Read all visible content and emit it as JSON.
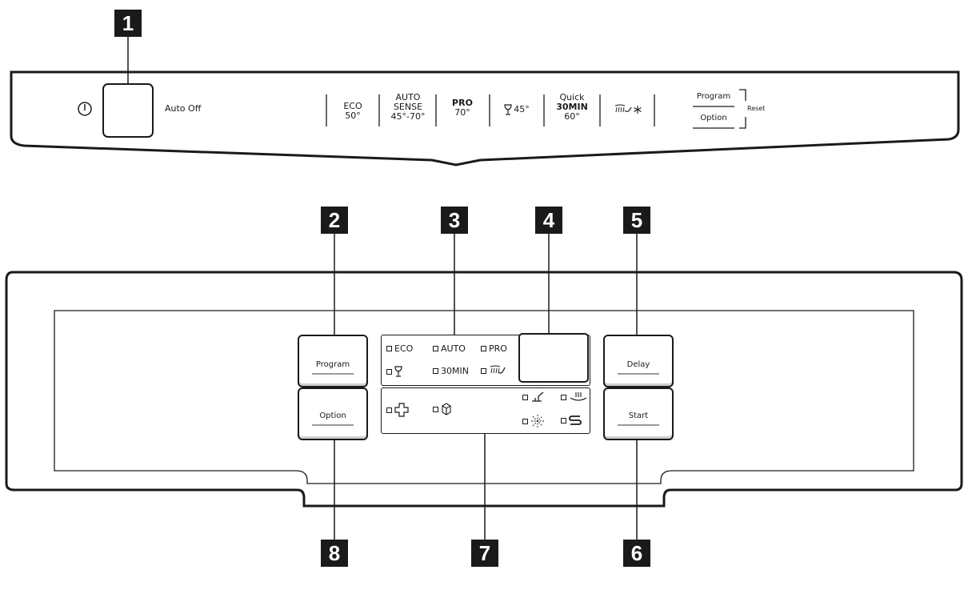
{
  "callouts": [
    "1",
    "2",
    "3",
    "4",
    "5",
    "6",
    "7",
    "8"
  ],
  "top_panel": {
    "power_icon": "power-icon",
    "auto_off": "Auto Off",
    "programs": [
      {
        "line1": "ECO",
        "line2": "50°"
      },
      {
        "line1": "AUTO",
        "line2": "SENSE",
        "line3": "45°-70°"
      },
      {
        "line1": "PRO",
        "line2": "70°"
      },
      {
        "icon": "glass-icon",
        "line1": "45°"
      },
      {
        "line1": "Quick",
        "line2": "30MIN",
        "line3": "60°"
      },
      {
        "icon": "rinse-dry-icon"
      }
    ],
    "program_label": "Program",
    "option_label": "Option",
    "reset_label": "Reset"
  },
  "bottom_panel": {
    "program_button": "Program",
    "option_button": "Option",
    "delay_button": "Delay",
    "start_button": "Start",
    "program_indicators": [
      "ECO",
      "AUTO",
      "PRO",
      "30MIN"
    ]
  }
}
